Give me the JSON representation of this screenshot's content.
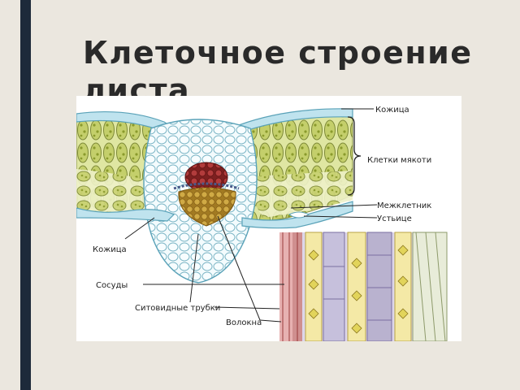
{
  "slide": {
    "title": "Клеточное строение листа"
  },
  "diagram": {
    "labels": {
      "epidermis_top": "Кожица",
      "mesophyll": "Клетки мякоти",
      "intercellular": "Межклетник",
      "stomata": "Устьице",
      "epidermis_bottom": "Кожица",
      "vessels": "Сосуды",
      "sieve_tubes": "Ситовидные трубки",
      "fibers": "Волокна"
    },
    "colors": {
      "mesophyll": "#c8d27a",
      "epidermis": "#9fd3e3",
      "xylem": "#a83a3a",
      "phloem": "#c8a33c",
      "vessel_strip": "#b9b2cf"
    }
  }
}
